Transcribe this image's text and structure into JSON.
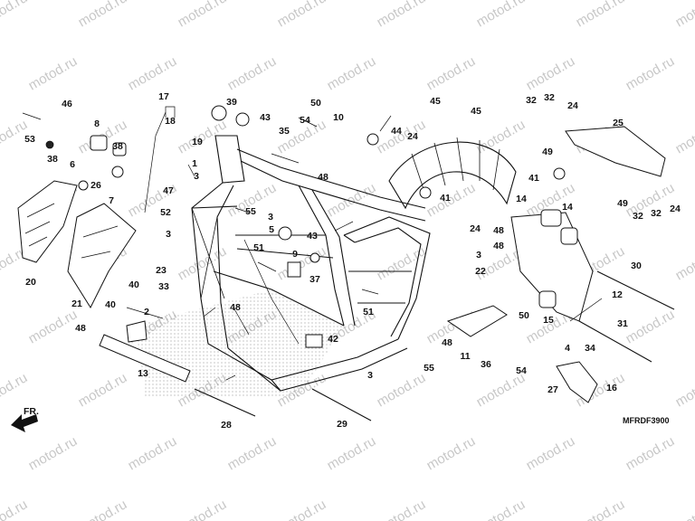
{
  "diagram_code": "MFRDF3900",
  "direction_label": "FR.",
  "watermark": "motod.ru",
  "callouts": [
    {
      "id": "c53",
      "label": "53"
    },
    {
      "id": "c46",
      "label": "46"
    },
    {
      "id": "c8",
      "label": "8"
    },
    {
      "id": "c38a",
      "label": "38"
    },
    {
      "id": "c6",
      "label": "6"
    },
    {
      "id": "c38b",
      "label": "38"
    },
    {
      "id": "c26",
      "label": "26"
    },
    {
      "id": "c17",
      "label": "17"
    },
    {
      "id": "c18",
      "label": "18"
    },
    {
      "id": "c19",
      "label": "19"
    },
    {
      "id": "c7",
      "label": "7"
    },
    {
      "id": "c47",
      "label": "47"
    },
    {
      "id": "c39",
      "label": "39"
    },
    {
      "id": "c43a",
      "label": "43"
    },
    {
      "id": "c50a",
      "label": "50"
    },
    {
      "id": "c54a",
      "label": "54"
    },
    {
      "id": "c10",
      "label": "10"
    },
    {
      "id": "c35",
      "label": "35"
    },
    {
      "id": "c44",
      "label": "44"
    },
    {
      "id": "c24a",
      "label": "24"
    },
    {
      "id": "c48a",
      "label": "48"
    },
    {
      "id": "c45a",
      "label": "45"
    },
    {
      "id": "c45b",
      "label": "45"
    },
    {
      "id": "c41a",
      "label": "41"
    },
    {
      "id": "c32a",
      "label": "32"
    },
    {
      "id": "c32b",
      "label": "32"
    },
    {
      "id": "c24b",
      "label": "24"
    },
    {
      "id": "c49a",
      "label": "49"
    },
    {
      "id": "c25",
      "label": "25"
    },
    {
      "id": "c41b",
      "label": "41"
    },
    {
      "id": "c24c",
      "label": "24"
    },
    {
      "id": "c49b",
      "label": "49"
    },
    {
      "id": "c32c",
      "label": "32"
    },
    {
      "id": "c32d",
      "label": "32"
    },
    {
      "id": "c1",
      "label": "1"
    },
    {
      "id": "c3a",
      "label": "3"
    },
    {
      "id": "c52",
      "label": "52"
    },
    {
      "id": "c20",
      "label": "20"
    },
    {
      "id": "c21",
      "label": "21"
    },
    {
      "id": "c55a",
      "label": "55"
    },
    {
      "id": "c3b",
      "label": "3"
    },
    {
      "id": "c5a",
      "label": "5"
    },
    {
      "id": "c43b",
      "label": "43"
    },
    {
      "id": "c24d",
      "label": "24"
    },
    {
      "id": "c14a",
      "label": "14"
    },
    {
      "id": "c14b",
      "label": "14"
    },
    {
      "id": "c48b",
      "label": "48"
    },
    {
      "id": "c48c",
      "label": "48"
    },
    {
      "id": "c3c",
      "label": "3"
    },
    {
      "id": "c23",
      "label": "23"
    },
    {
      "id": "c51a",
      "label": "51"
    },
    {
      "id": "c9",
      "label": "9"
    },
    {
      "id": "c37",
      "label": "37"
    },
    {
      "id": "c3d",
      "label": "3"
    },
    {
      "id": "c22",
      "label": "22"
    },
    {
      "id": "c30",
      "label": "30"
    },
    {
      "id": "c40a",
      "label": "40"
    },
    {
      "id": "c40b",
      "label": "40"
    },
    {
      "id": "c33",
      "label": "33"
    },
    {
      "id": "c2",
      "label": "2"
    },
    {
      "id": "c48d",
      "label": "48"
    },
    {
      "id": "c12",
      "label": "12"
    },
    {
      "id": "c51b",
      "label": "51"
    },
    {
      "id": "c50b",
      "label": "50"
    },
    {
      "id": "c15",
      "label": "15"
    },
    {
      "id": "c48e",
      "label": "48"
    },
    {
      "id": "c42",
      "label": "42"
    },
    {
      "id": "c48f",
      "label": "48"
    },
    {
      "id": "c31",
      "label": "31"
    },
    {
      "id": "c11",
      "label": "11"
    },
    {
      "id": "c36",
      "label": "36"
    },
    {
      "id": "c54b",
      "label": "54"
    },
    {
      "id": "c4",
      "label": "4"
    },
    {
      "id": "c34",
      "label": "34"
    },
    {
      "id": "c13",
      "label": "13"
    },
    {
      "id": "c55b",
      "label": "55"
    },
    {
      "id": "c3e",
      "label": "3"
    },
    {
      "id": "c27",
      "label": "27"
    },
    {
      "id": "c16",
      "label": "16"
    },
    {
      "id": "c28",
      "label": "28"
    },
    {
      "id": "c29",
      "label": "29"
    }
  ]
}
